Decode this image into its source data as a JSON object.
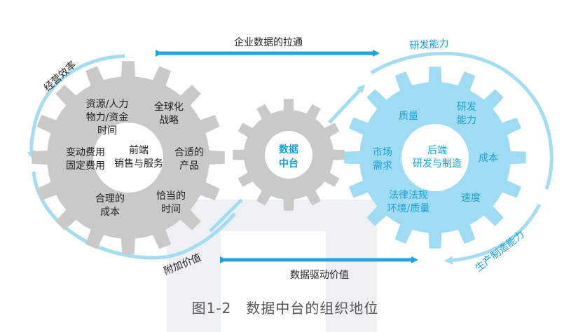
{
  "diagram": {
    "top_arrow_label": "企业数据的拉通",
    "bottom_arrow_label": "数据驱动价值",
    "arc_labels": {
      "top_left": "经营效率",
      "top_right": "研发能力",
      "bottom_left": "附加价值",
      "bottom_right": "生产制造能力"
    },
    "left_gear": {
      "center": [
        "前端",
        "销售与服务"
      ],
      "items": [
        [
          "资源/人力",
          "物力/资金",
          "时间"
        ],
        [
          "全球化",
          "战略"
        ],
        [
          "变动费用",
          "固定费用"
        ],
        [
          "合适的",
          "产品"
        ],
        [
          "合理的",
          "成本"
        ],
        [
          "恰当的",
          "时间"
        ]
      ]
    },
    "middle_gear": {
      "center": [
        "数据",
        "中台"
      ]
    },
    "right_gear": {
      "center": [
        "后端",
        "研发与制造"
      ],
      "items": [
        [
          "质量"
        ],
        [
          "研发",
          "能力"
        ],
        [
          "市场",
          "需求"
        ],
        [
          "成本"
        ],
        [
          "法律法规",
          "环境/质量"
        ],
        [
          "速度"
        ]
      ]
    },
    "colors": {
      "gray_gear": "#c9c9c9",
      "blue_gear": "#9fdcf3",
      "arrow_blue": "#22a3dc",
      "arc_blue": "#a5dcf2",
      "gray_text": "#222222",
      "blue_text": "#1a9fd8"
    }
  },
  "caption": "图1-2　数据中台的组织地位"
}
